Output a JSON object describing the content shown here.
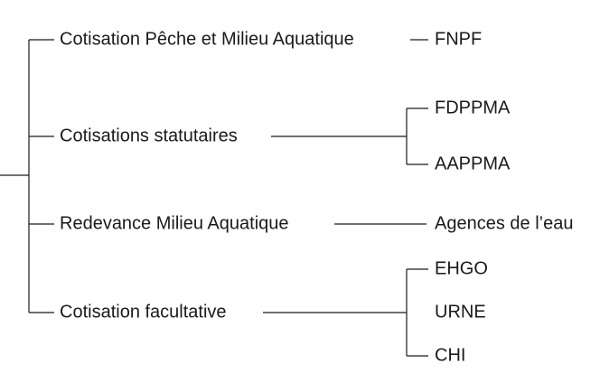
{
  "categories": [
    {
      "label": "Cotisation Pêche et Milieu Aquatique",
      "recipients": [
        "FNPF"
      ]
    },
    {
      "label": "Cotisations statutaires",
      "recipients": [
        "FDPPMA",
        "AAPPMA"
      ]
    },
    {
      "label": "Redevance Milieu Aquatique",
      "recipients": [
        "Agences de l’eau"
      ]
    },
    {
      "label": "Cotisation facultative",
      "recipients": [
        "EHGO",
        "URNE",
        "CHI"
      ]
    }
  ]
}
